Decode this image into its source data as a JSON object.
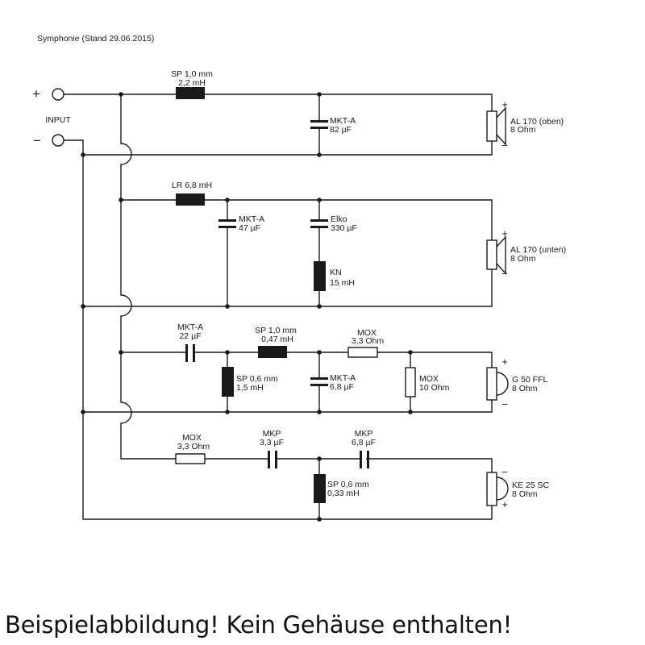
{
  "schematic": {
    "title": "Symphonie (Stand 29.06.2015)",
    "input": {
      "label": "INPUT",
      "plus": "+",
      "minus": "−"
    },
    "section1": {
      "coil": {
        "l1": "SP 1,0 mm",
        "l2": "2,2 mH"
      },
      "cap": {
        "l1": "MKT-A",
        "l2": "82 µF"
      },
      "speaker": {
        "l1": "AL 170 (oben)",
        "l2": "8 Ohm",
        "plus": "+",
        "minus": "−"
      }
    },
    "section2": {
      "coil": {
        "l1": "LR 6,8 mH"
      },
      "cap1": {
        "l1": "MKT-A",
        "l2": "47 µF"
      },
      "cap2": {
        "l1": "Elko",
        "l2": "330 µF"
      },
      "coil2": {
        "l1": "KN",
        "l2": "15 mH"
      },
      "speaker": {
        "l1": "AL 170 (unten)",
        "l2": "8 Ohm",
        "plus": "+",
        "minus": "−"
      }
    },
    "section3": {
      "cap1": {
        "l1": "MKT-A",
        "l2": "22 µF"
      },
      "coil1": {
        "l1": "SP 1,0 mm",
        "l2": "0,47 mH"
      },
      "res1": {
        "l1": "MOX",
        "l2": "3,3 Ohm"
      },
      "coil2": {
        "l1": "SP 0,6 mm",
        "l2": "1,5 mH"
      },
      "cap2": {
        "l1": "MKT-A",
        "l2": "6,8 µF"
      },
      "res2": {
        "l1": "MOX",
        "l2": "10 Ohm"
      },
      "speaker": {
        "l1": "G 50 FFL",
        "l2": "8 Ohm",
        "plus": "+",
        "minus": "−"
      }
    },
    "section4": {
      "res": {
        "l1": "MOX",
        "l2": "3,3 Ohm"
      },
      "cap1": {
        "l1": "MKP",
        "l2": "3,3 µF"
      },
      "cap2": {
        "l1": "MKP",
        "l2": "6,8 µF"
      },
      "coil": {
        "l1": "SP 0,6 mm",
        "l2": "0,33 mH"
      },
      "speaker": {
        "l1": "KE 25 SC",
        "l2": "8 Ohm",
        "plus": "+",
        "minus": "−"
      }
    }
  },
  "caption": "Beispielabbildung! Kein Gehäuse enthalten!"
}
